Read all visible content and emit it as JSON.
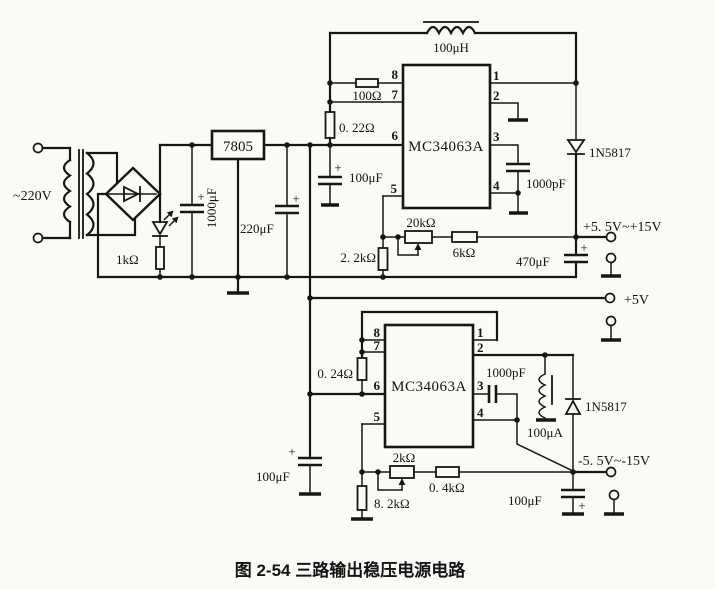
{
  "caption": "图 2-54  三路输出稳压电源电路",
  "labels": {
    "ac": "~220V",
    "r_led": "1kΩ",
    "c_main": "1000μF",
    "reg": "7805",
    "c220": "220μF",
    "l1": "100μH",
    "r100": "100Ω",
    "r022": "0. 22Ω",
    "c100in": "100μF",
    "ic1": "MC34063A",
    "c1000p1": "1000pF",
    "d1": "1N5817",
    "pot1": "20kΩ",
    "r6k": "6kΩ",
    "r2k2": "2. 2kΩ",
    "c470": "470μF",
    "out_pos": "+5. 5V~+15V",
    "out_5v": "+5V",
    "r024": "0. 24Ω",
    "ic2": "MC34063A",
    "c1000p2": "1000pF",
    "l2": "100μA",
    "d2": "1N5817",
    "pot2": "2kΩ",
    "r8k2": "8. 2kΩ",
    "r04k": "0. 4kΩ",
    "c100l": "100μF",
    "c100r": "100μF",
    "out_neg": "-5. 5V~-15V",
    "plus": "+"
  },
  "pins": {
    "p1": "1",
    "p2": "2",
    "p3": "3",
    "p4": "4",
    "p5": "5",
    "p6": "6",
    "p7": "7",
    "p8": "8"
  }
}
